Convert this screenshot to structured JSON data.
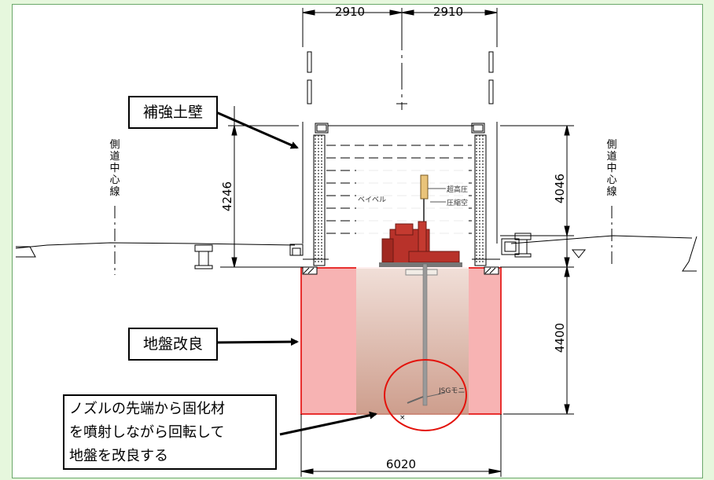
{
  "dimensions": {
    "left_half_width": "2910",
    "right_half_width": "2910",
    "wall_height_left": "4246",
    "wall_height_right": "4046",
    "improvement_depth": "4400",
    "improvement_width": "6020"
  },
  "side_road_labels": {
    "left": [
      "側",
      "道",
      "中",
      "心",
      "線"
    ],
    "right": [
      "側",
      "道",
      "中",
      "心",
      "線"
    ]
  },
  "callouts": {
    "reinforced_wall": "補強土壁",
    "ground_improvement": "地盤改良",
    "nozzle_note": "ノズルの先端から固化材\nを噴射しながら回転して\n地盤を改良する"
  },
  "equipment_labels": {
    "swivel": "ベイベル",
    "ultra_high_pressure": "超高圧",
    "compressed_air": "圧縮空",
    "jsg_monitor": "JSGモニ"
  },
  "colors": {
    "improvement_fill": "#f7b3b3",
    "improvement_border": "#e8302f",
    "machine_red": "#b8322a",
    "background": "#e6f7dd"
  }
}
